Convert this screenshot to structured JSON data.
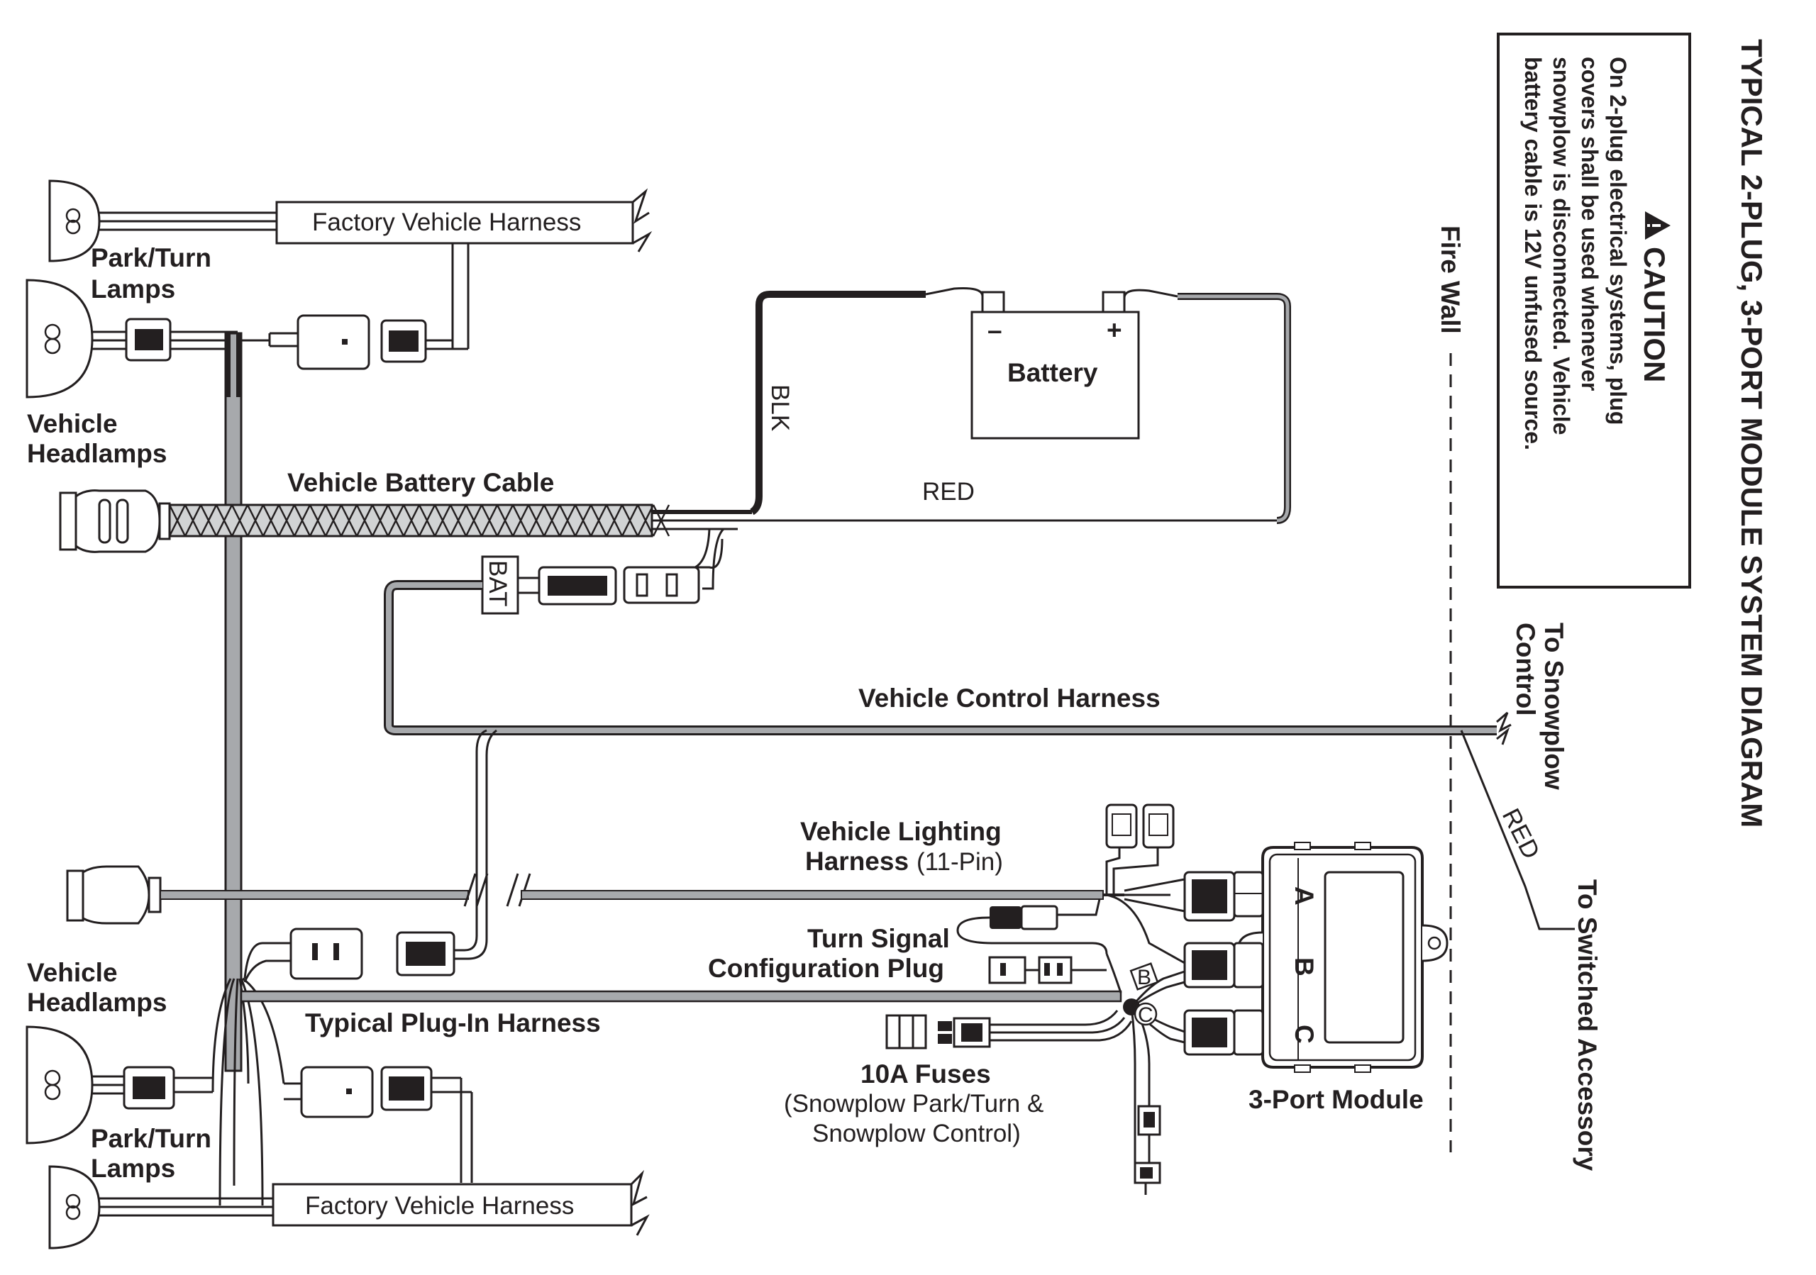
{
  "title": "TYPICAL 2-PLUG, 3-PORT MODULE SYSTEM DIAGRAM",
  "caution": {
    "heading": "CAUTION",
    "lines": [
      "On 2-plug electrical systems, plug",
      "covers shall be used whenever",
      "snowplow is disconnected. Vehicle",
      "battery cable is 12V unfused source."
    ]
  },
  "labels": {
    "factory_harness_top": "Factory Vehicle Harness",
    "factory_harness_bottom": "Factory Vehicle Harness",
    "park_turn_top_1": "Park/Turn",
    "park_turn_top_2": "Lamps",
    "park_turn_bottom_1": "Park/Turn",
    "park_turn_bottom_2": "Lamps",
    "headlamps_top_1": "Vehicle",
    "headlamps_top_2": "Headlamps",
    "headlamps_bottom_1": "Vehicle",
    "headlamps_bottom_2": "Headlamps",
    "battery_cable": "Vehicle Battery Cable",
    "battery": "Battery",
    "battery_neg": "–",
    "battery_pos": "+",
    "blk": "BLK",
    "red_top": "RED",
    "bat": "BAT",
    "control_harness": "Vehicle Control Harness",
    "to_snowplow_1": "To Snowplow",
    "to_snowplow_2": "Control",
    "fire_wall": "Fire Wall",
    "red_side": "RED",
    "to_switched": "To Switched Accessory",
    "lighting_1": "Vehicle Lighting",
    "lighting_2a": "Harness",
    "lighting_2b": "(11-Pin)",
    "turn_signal_1": "Turn Signal",
    "turn_signal_2": "Configuration Plug",
    "plugin_harness": "Typical Plug-In Harness",
    "fuses_1": "10A Fuses",
    "fuses_2": "(Snowplow Park/Turn &",
    "fuses_3": "Snowplow Control)",
    "module": "3-Port Module",
    "port_a": "A",
    "port_b": "B",
    "port_c": "C",
    "tag_b": "B",
    "tag_c": "C"
  }
}
